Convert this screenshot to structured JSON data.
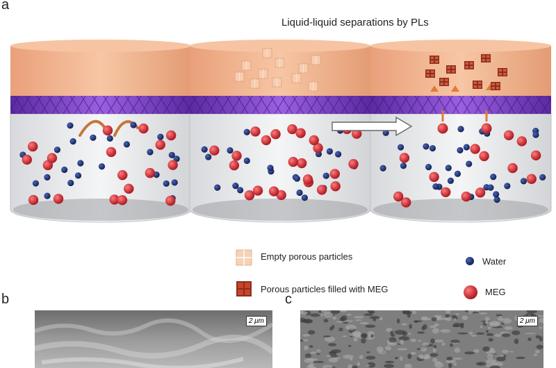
{
  "panels": {
    "a": "a",
    "b": "b",
    "c": "c"
  },
  "title": "Liquid-liquid separations by PLs",
  "legend": {
    "empty": "Empty porous particles",
    "filled": "Porous particles filled with MEG",
    "water": "Water",
    "meg": "MEG"
  },
  "scalebars": {
    "b": "2 μm",
    "c": "2 μm"
  },
  "colors": {
    "liquid_top": "#f2b48e",
    "membrane": "#7a3fc0",
    "water": "#1d2f6b",
    "meg": "#c3202a",
    "particle_empty": "#f4c7a6",
    "particle_filled": "#8a2f1f",
    "arrow": "#e07a3a"
  }
}
